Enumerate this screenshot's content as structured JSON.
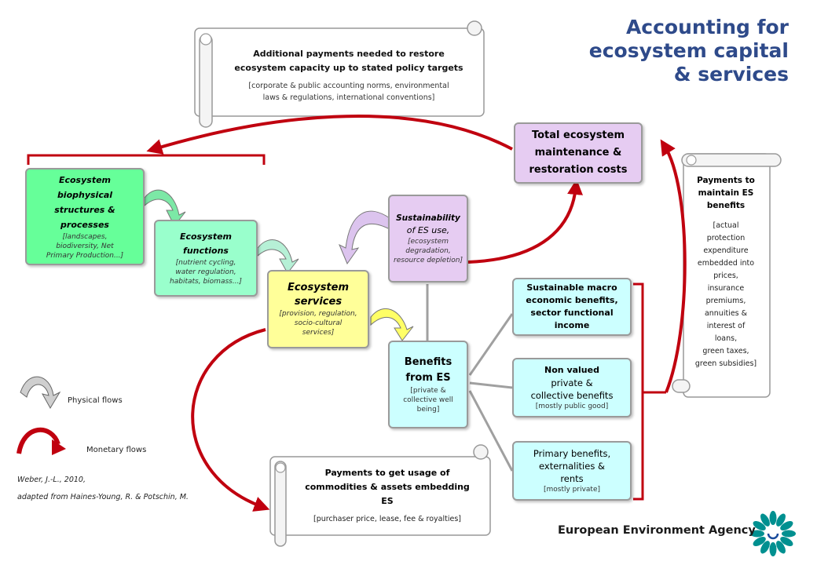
{
  "title": {
    "line1": "Accounting for",
    "line2": "ecosystem capital",
    "line3": "& services"
  },
  "top_scroll": {
    "heading_line1": "Additional  payments needed to restore",
    "heading_line2": "ecosystem capacity  up to stated policy targets",
    "detail_line1": "[corporate & public accounting norms, environmental",
    "detail_line2": "laws & regulations, international conventions]"
  },
  "total_costs": {
    "line1": "Total ecosystem",
    "line2": "maintenance &",
    "line3": "restoration costs"
  },
  "biophysical": {
    "line1": "Ecosystem",
    "line2": "biophysical",
    "line3": "structures &",
    "line4": "processes",
    "detail_line1": "[landscapes,",
    "detail_line2": "biodiversity, Net",
    "detail_line3": "Primary Production...]"
  },
  "functions": {
    "line1": "Ecosystem",
    "line2": "functions",
    "detail_line1": "[nutrient cycling,",
    "detail_line2": "water regulation,",
    "detail_line3": "habitats, biomass...]"
  },
  "services": {
    "line1": "Ecosystem",
    "line2": "services",
    "detail_line1": "[provision, regulation,",
    "detail_line2": "socio-cultural",
    "detail_line3": "services]"
  },
  "sustainability": {
    "line1": "Sustainability",
    "line2": "of ES use,",
    "detail_line1": "[ecosystem",
    "detail_line2": "degradation,",
    "detail_line3": "resource depletion]"
  },
  "benefits": {
    "line1": "Benefits",
    "line2": "from ES",
    "detail_line1": "[private &",
    "detail_line2": "collective well",
    "detail_line3": "being]"
  },
  "macro": {
    "line1": "Sustainable macro",
    "line2": "economic benefits,",
    "line3": "sector functional",
    "line4": "income"
  },
  "nonvalued": {
    "line1": "Non valued",
    "line2": "private &",
    "line3": "collective benefits",
    "detail": "[mostly public good]"
  },
  "primary": {
    "line1": "Primary benefits,",
    "line2": "externalities &",
    "line3": "rents",
    "detail": "[mostly private]"
  },
  "right_scroll": {
    "heading_line1": "Payments to",
    "heading_line2": "maintain ES",
    "heading_line3": "benefits",
    "detail_lines": [
      "[actual",
      "protection",
      "expenditure",
      "embedded into",
      "prices,",
      "insurance",
      "premiums,",
      "annuities &",
      "interest of",
      "loans,",
      "green taxes,",
      "green subsidies]"
    ]
  },
  "bottom_scroll": {
    "heading_line1": "Payments to get usage of",
    "heading_line2": "commodities & assets embedding",
    "heading_line3": "ES",
    "detail": "[purchaser price, lease, fee & royalties]"
  },
  "legend": {
    "physical": "Physical flows",
    "monetary": "Monetary flows"
  },
  "credit": {
    "line1": "Weber, J.-L., 2010,",
    "line2": "adapted from Haines-Young, R. & Potschin, M."
  },
  "logo_text": "European Environment Agency",
  "colors": {
    "title": "#2e4a8a",
    "green_dark": "#66ff99",
    "green_light": "#99ffcc",
    "yellow": "#ffff99",
    "lavender": "#e6ccf2",
    "cyan": "#ccffff",
    "monetary_arrow": "#c0000f",
    "eea_logo": "#009090"
  }
}
